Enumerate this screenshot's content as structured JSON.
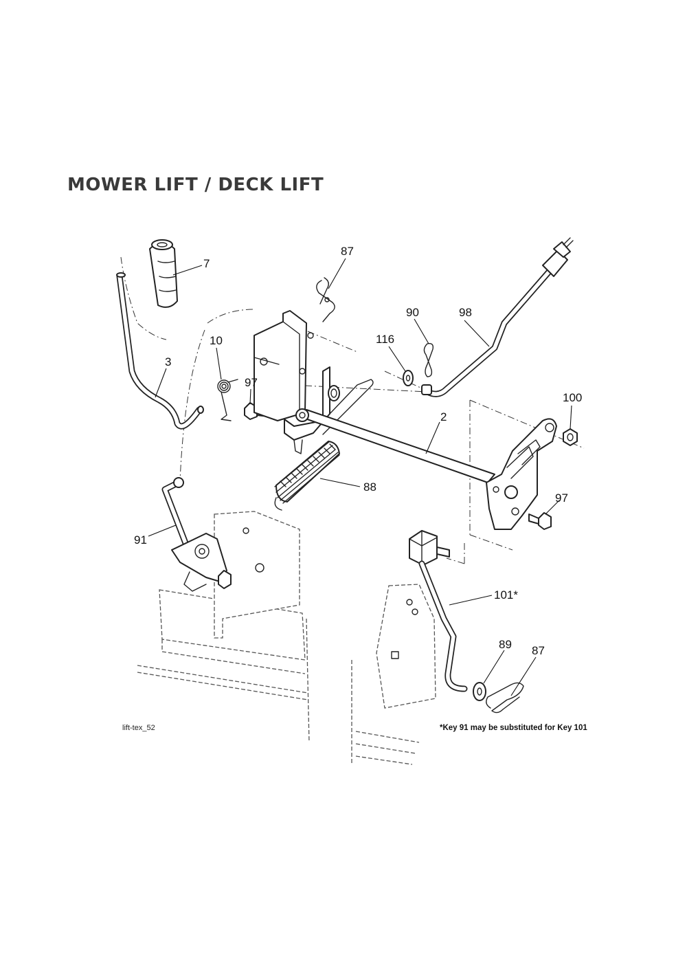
{
  "title": "MOWER LIFT / DECK LIFT",
  "callouts": [
    {
      "id": "c-7",
      "label": "7"
    },
    {
      "id": "c-87a",
      "label": "87"
    },
    {
      "id": "c-10",
      "label": "10"
    },
    {
      "id": "c-3",
      "label": "3"
    },
    {
      "id": "c-97a",
      "label": "97"
    },
    {
      "id": "c-90",
      "label": "90"
    },
    {
      "id": "c-98",
      "label": "98"
    },
    {
      "id": "c-116",
      "label": "116"
    },
    {
      "id": "c-2",
      "label": "2"
    },
    {
      "id": "c-100",
      "label": "100"
    },
    {
      "id": "c-88",
      "label": "88"
    },
    {
      "id": "c-97b",
      "label": "97"
    },
    {
      "id": "c-91",
      "label": "91"
    },
    {
      "id": "c-101",
      "label": "101*"
    },
    {
      "id": "c-89",
      "label": "89"
    },
    {
      "id": "c-87b",
      "label": "87"
    }
  ],
  "figure_ref": "lift-tex_52",
  "footnote": "*Key 91 may be substituted for Key 101"
}
